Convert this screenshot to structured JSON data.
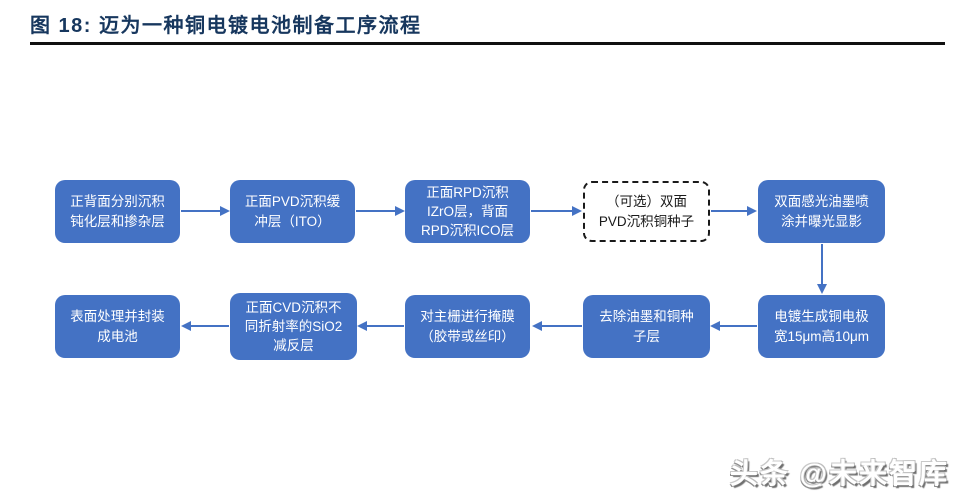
{
  "header": {
    "figure_label": "图 18:",
    "title": "图 18: 迈为一种铜电镀电池制备工序流程"
  },
  "colors": {
    "node_fill": "#4472C4",
    "node_text": "#FFFFFF",
    "arrow": "#4472C4",
    "title": "#17375E",
    "rule": "#101010",
    "optional_border": "#1A1A1A"
  },
  "flowchart": {
    "type": "process-flow",
    "nodes": [
      {
        "id": "step-1",
        "label": "正背面分别沉积\n钝化层和掺杂层",
        "style": "solid"
      },
      {
        "id": "step-2",
        "label": "正面PVD沉积缓\n冲层（ITO）",
        "style": "solid"
      },
      {
        "id": "step-3",
        "label": "正面RPD沉积\nIZrO层，背面\nRPD沉积ICO层",
        "style": "solid"
      },
      {
        "id": "step-4",
        "label": "（可选）双面\nPVD沉积铜种子",
        "style": "dashed-optional"
      },
      {
        "id": "step-5",
        "label": "双面感光油墨喷\n涂并曝光显影",
        "style": "solid"
      },
      {
        "id": "step-6",
        "label": "电镀生成铜电极\n宽15μm高10μm",
        "style": "solid"
      },
      {
        "id": "step-7",
        "label": "去除油墨和铜种\n子层",
        "style": "solid"
      },
      {
        "id": "step-8",
        "label": "对主栅进行掩膜\n（胶带或丝印）",
        "style": "solid"
      },
      {
        "id": "step-9",
        "label": "正面CVD沉积不\n同折射率的SiO2\n减反层",
        "style": "solid"
      },
      {
        "id": "step-10",
        "label": "表面处理并封装\n成电池",
        "style": "solid"
      }
    ],
    "edges": [
      {
        "from": "step-1",
        "to": "step-2",
        "direction": "right"
      },
      {
        "from": "step-2",
        "to": "step-3",
        "direction": "right"
      },
      {
        "from": "step-3",
        "to": "step-4",
        "direction": "right"
      },
      {
        "from": "step-4",
        "to": "step-5",
        "direction": "right"
      },
      {
        "from": "step-5",
        "to": "step-6",
        "direction": "down"
      },
      {
        "from": "step-6",
        "to": "step-7",
        "direction": "left"
      },
      {
        "from": "step-7",
        "to": "step-8",
        "direction": "left"
      },
      {
        "from": "step-8",
        "to": "step-9",
        "direction": "left"
      },
      {
        "from": "step-9",
        "to": "step-10",
        "direction": "left"
      }
    ]
  },
  "watermark": {
    "text": "头条 @未来智库"
  }
}
